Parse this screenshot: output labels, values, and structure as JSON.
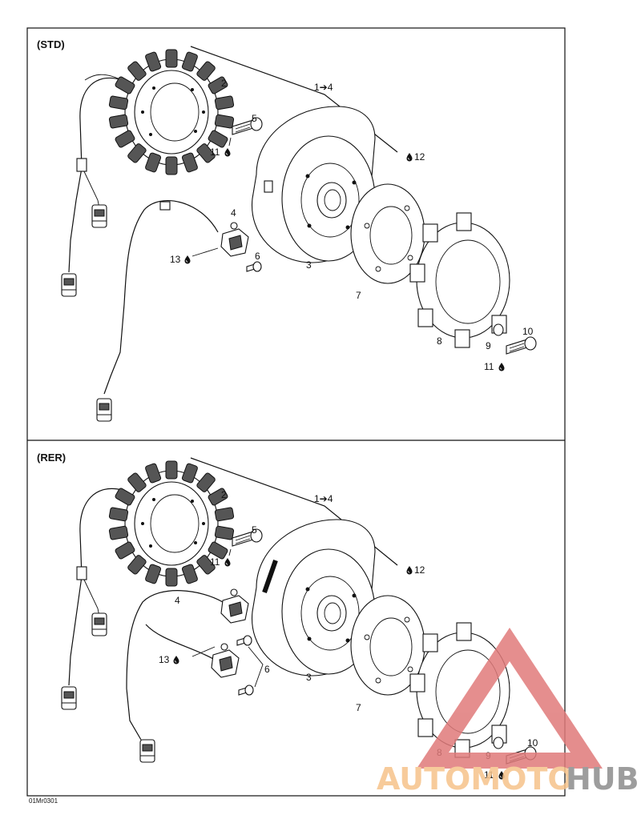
{
  "sections": [
    {
      "name": "(STD)",
      "labels": {
        "assembly": "1➔4",
        "stator": "2",
        "rotor": "3",
        "sensor": "4",
        "screw_stator": "5",
        "screw_sensor": "6",
        "washer": "7",
        "ring_gear": "8",
        "lock_washer": "9",
        "bolt": "10",
        "torque_a": "11",
        "torque_b": "11",
        "lube_12": "12",
        "lube_13": "13"
      }
    },
    {
      "name": "(RER)",
      "labels": {
        "assembly": "1➔4",
        "stator": "2",
        "rotor": "3",
        "sensor": "4",
        "screw_stator": "5",
        "screw_sensor": "6",
        "washer": "7",
        "ring_gear": "8",
        "lock_washer": "9",
        "bolt": "10",
        "torque_a": "11",
        "torque_b": "11",
        "lube_12": "12",
        "lube_13": "13"
      }
    }
  ],
  "footer_code": "01Mr0301",
  "watermark": {
    "text_left": "AUTOMOTO",
    "text_right": "HUB",
    "color_left": "#f6c38a",
    "color_right": "#8c8c8c",
    "triangle_color": "#e07a7a"
  },
  "icons": [
    "drop-icon"
  ]
}
